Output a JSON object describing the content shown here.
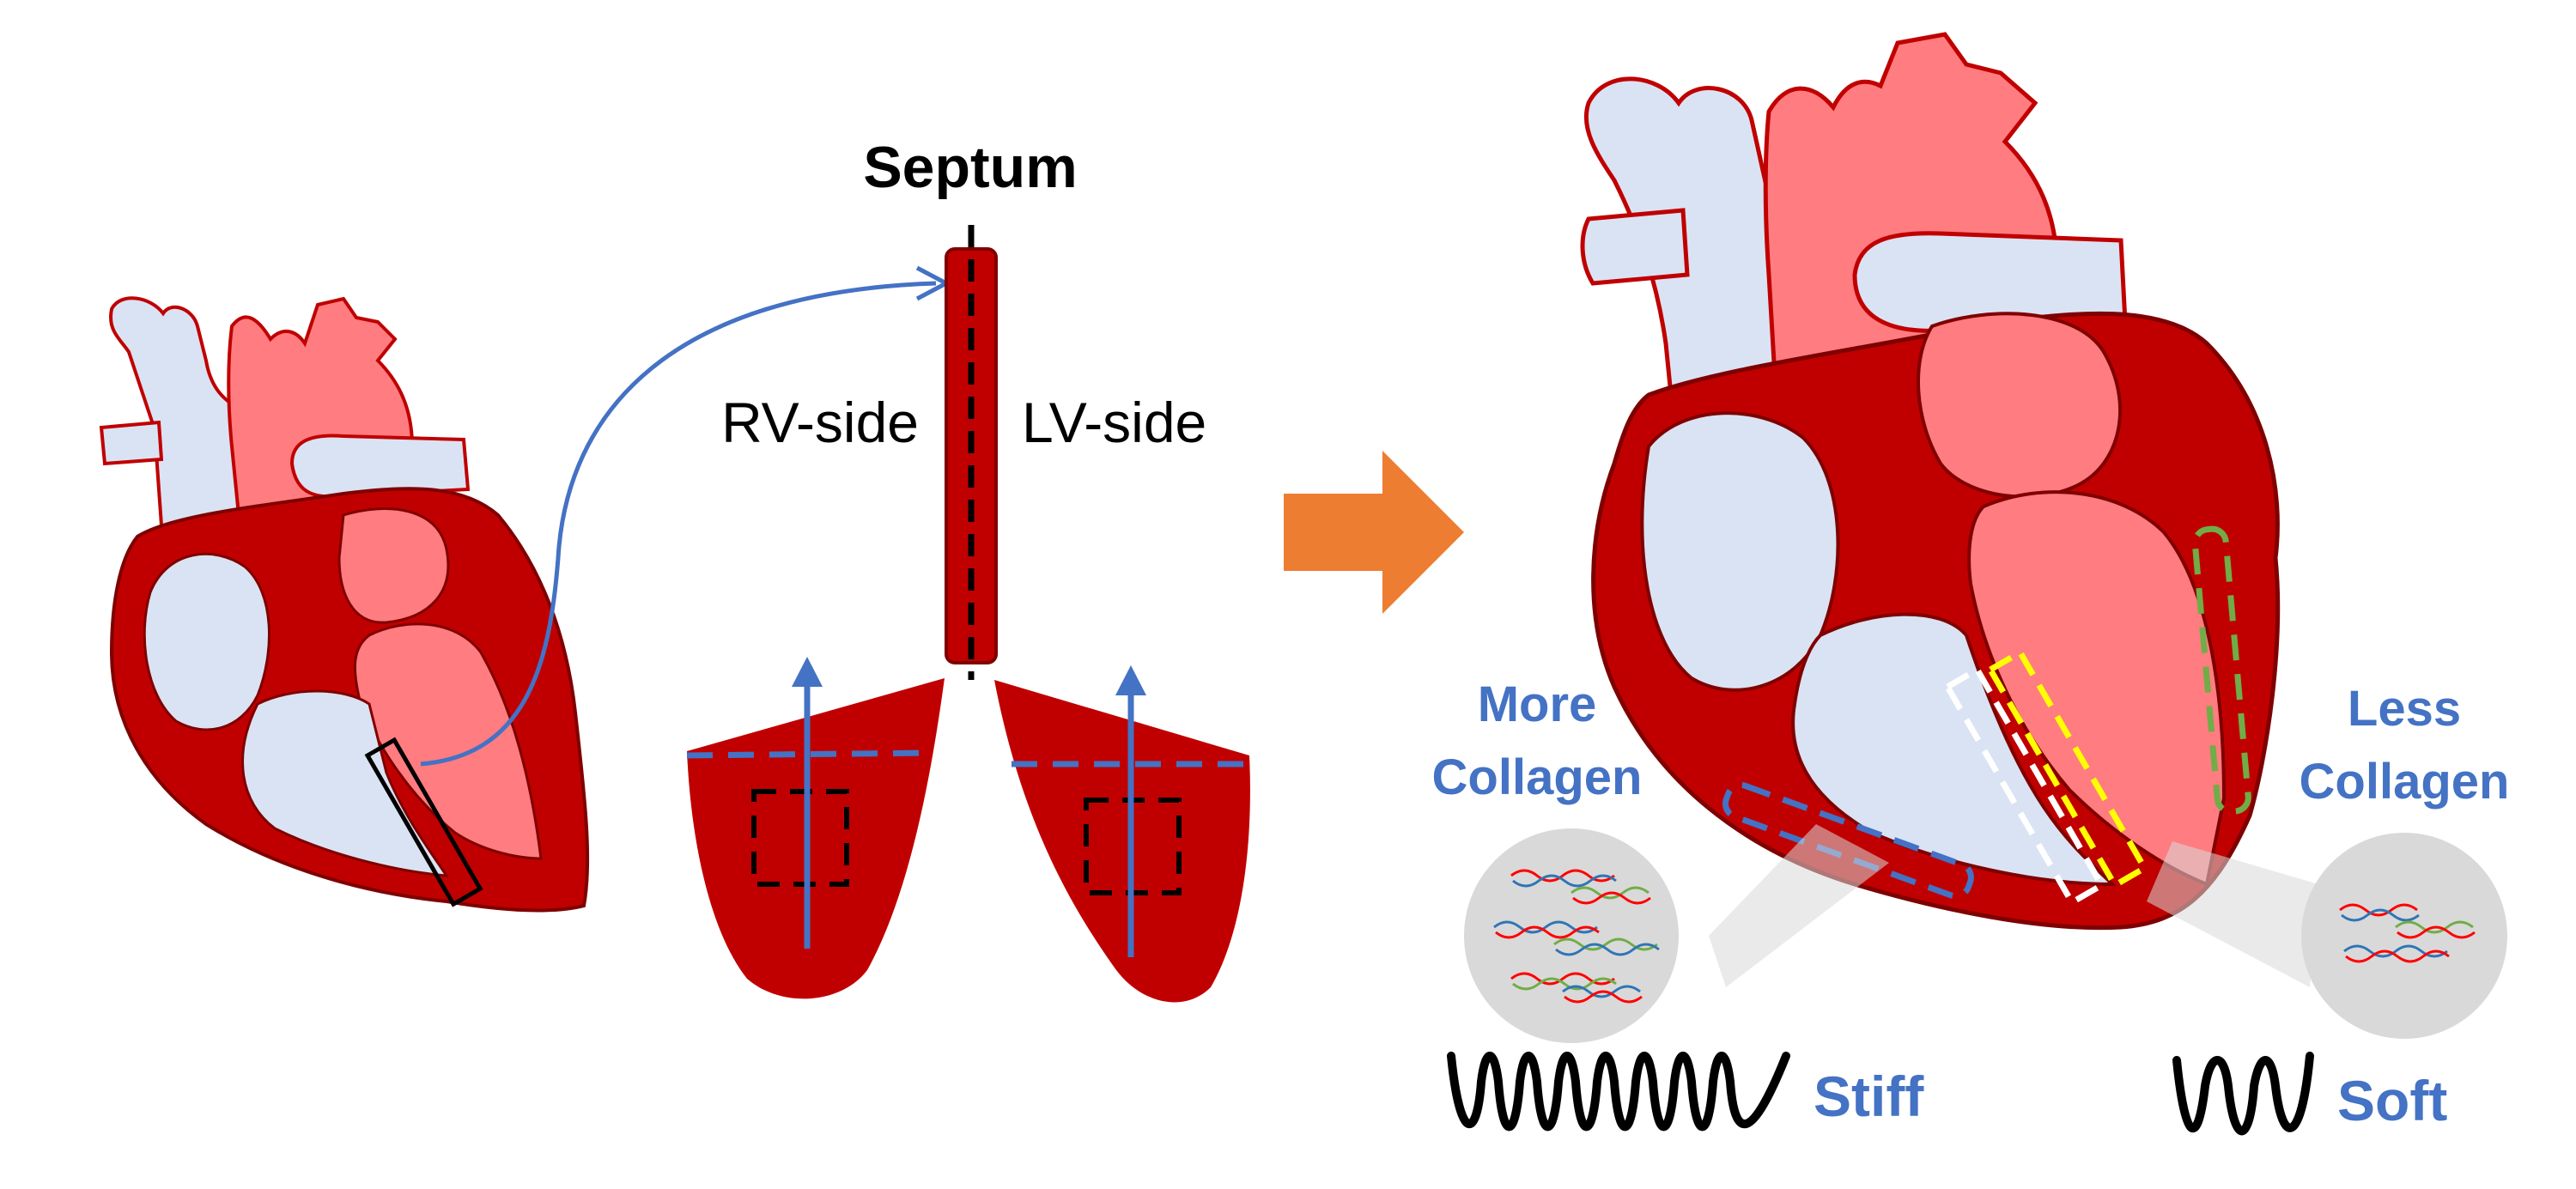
{
  "labels": {
    "septum": "Septum",
    "rv_side": "RV-side",
    "lv_side": "LV-side",
    "more_collagen_line1": "More",
    "more_collagen_line2": "Collagen",
    "less_collagen_line1": "Less",
    "less_collagen_line2": "Collagen",
    "stiff": "Stiff",
    "soft": "Soft"
  },
  "colors": {
    "myocardium": "#c00000",
    "chamber_pink": "#ff7c80",
    "cavity_blue": "#dae3f3",
    "arrow_blue": "#4472c4",
    "process_arrow": "#ed7d31",
    "highlight_yellow": "#ffff00",
    "highlight_green": "#70ad47",
    "magnifier_gray": "#d9d9d9"
  },
  "icons": {
    "process_arrow": "right-arrow-icon",
    "stiff_spring": "spring-icon",
    "soft_spring": "spring-icon"
  }
}
